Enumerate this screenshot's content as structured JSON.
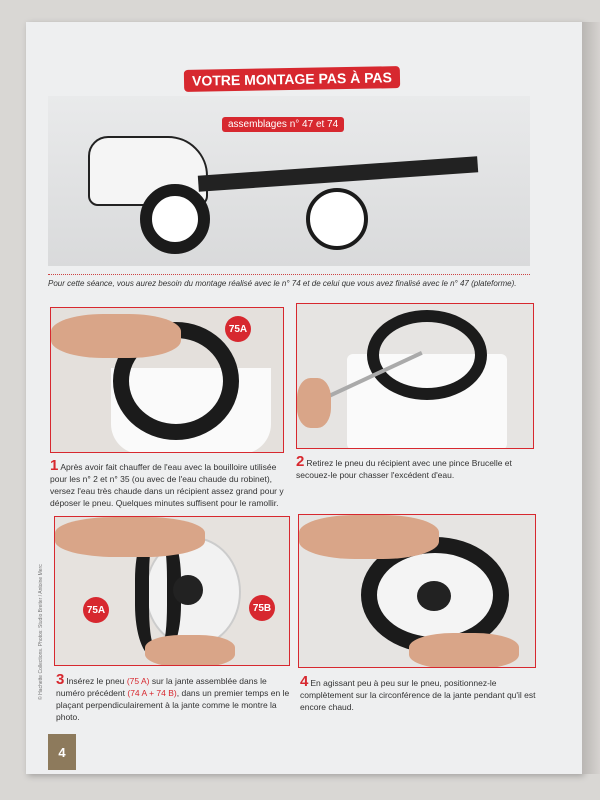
{
  "header": {
    "title": "VOTRE MONTAGE PAS À PAS",
    "assemblies": "assemblages n° 47 et 74"
  },
  "intro": "Pour cette séance, vous aurez besoin du montage réalisé avec le n° 74 et de celui que vous avez finalisé avec le n° 47 (plateforme).",
  "steps": [
    {
      "number": "1",
      "text": "Après avoir fait chauffer de l'eau avec la bouilloire utilisée pour les n° 2 et n° 35 (ou avec de l'eau chaude du robinet), versez l'eau très chaude dans un récipient assez grand pour y déposer le pneu. Quelques minutes suffisent pour le ramollir.",
      "labels": [
        "75A"
      ]
    },
    {
      "number": "2",
      "text": "Retirez le pneu du récipient avec une pince Brucelle et secouez-le pour chasser l'excédent d'eau."
    },
    {
      "number": "3",
      "text_a": "Insérez le pneu ",
      "ref1": "(75 A)",
      "text_b": " sur la jante assemblée dans le numéro précédent ",
      "ref2": "(74 A + 74 B)",
      "text_c": ", dans un premier temps en le plaçant perpendiculairement à la jante comme le montre la photo.",
      "labels": [
        "75A",
        "75B"
      ]
    },
    {
      "number": "4",
      "text": "En agissant peu à peu sur le pneu, positionnez-le complètement sur la circonférence de la jante pendant qu'il est encore chaud."
    }
  ],
  "credit": "© Hachette Collections. Photos: Studio Breiter / Antoine Merc",
  "page_number": "4"
}
